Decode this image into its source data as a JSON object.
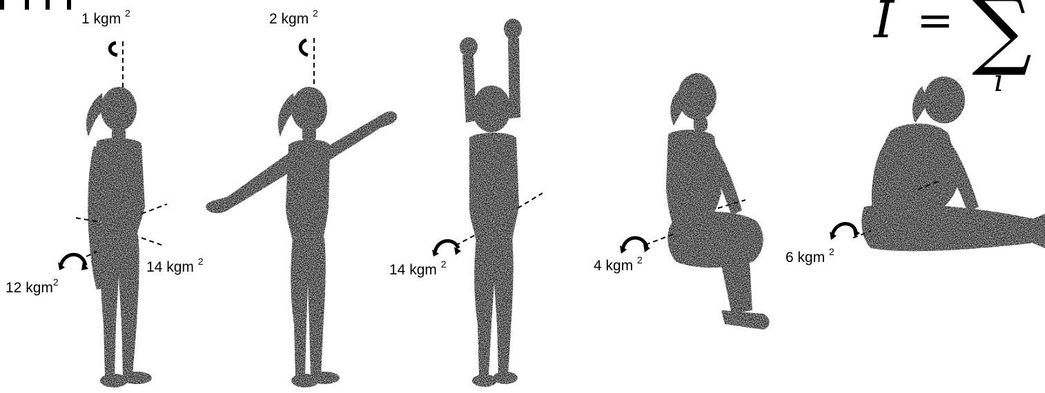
{
  "figures": [
    {
      "pose": "standing arms down",
      "labels": [
        {
          "value": "1 kgm",
          "unit_exp": "2",
          "axis": "vertical"
        },
        {
          "value": "12 kgm",
          "unit_exp": "2",
          "axis": "side-to-side"
        },
        {
          "value": "14 kgm",
          "unit_exp": "2",
          "axis": "front-to-back"
        }
      ]
    },
    {
      "pose": "standing arms out",
      "labels": [
        {
          "value": "2 kgm",
          "unit_exp": "2",
          "axis": "vertical"
        }
      ]
    },
    {
      "pose": "standing arms up",
      "labels": [
        {
          "value": "14 kgm",
          "unit_exp": "2",
          "axis": "side-to-side"
        }
      ]
    },
    {
      "pose": "tucked",
      "labels": [
        {
          "value": "4 kgm",
          "unit_exp": "2",
          "axis": "side-to-side"
        }
      ]
    },
    {
      "pose": "piked",
      "labels": [
        {
          "value": "6 kgm",
          "unit_exp": "2",
          "axis": "side-to-side"
        }
      ]
    }
  ],
  "formula": {
    "lhs": "I",
    "eq": "=",
    "op": "∑",
    "sub": "i"
  },
  "colors": {
    "figure": "#0d0d0d",
    "axis": "#000000",
    "text": "#000000"
  }
}
